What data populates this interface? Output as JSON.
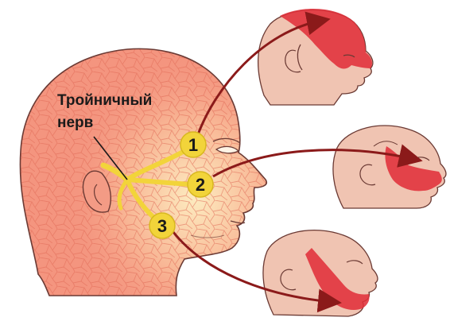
{
  "diagram": {
    "label_line1": "Тройничный",
    "label_line2": "нерв",
    "branches": [
      {
        "number": "1"
      },
      {
        "number": "2"
      },
      {
        "number": "3"
      }
    ]
  },
  "colors": {
    "skin_main": "#f4957f",
    "skin_highlight": "#fde7b8",
    "skin_light": "#f0c4b2",
    "nerve": "#f2d43a",
    "zone_red": "#e0303a",
    "arrow": "#8b1a1a",
    "outline": "#6b3a34"
  }
}
